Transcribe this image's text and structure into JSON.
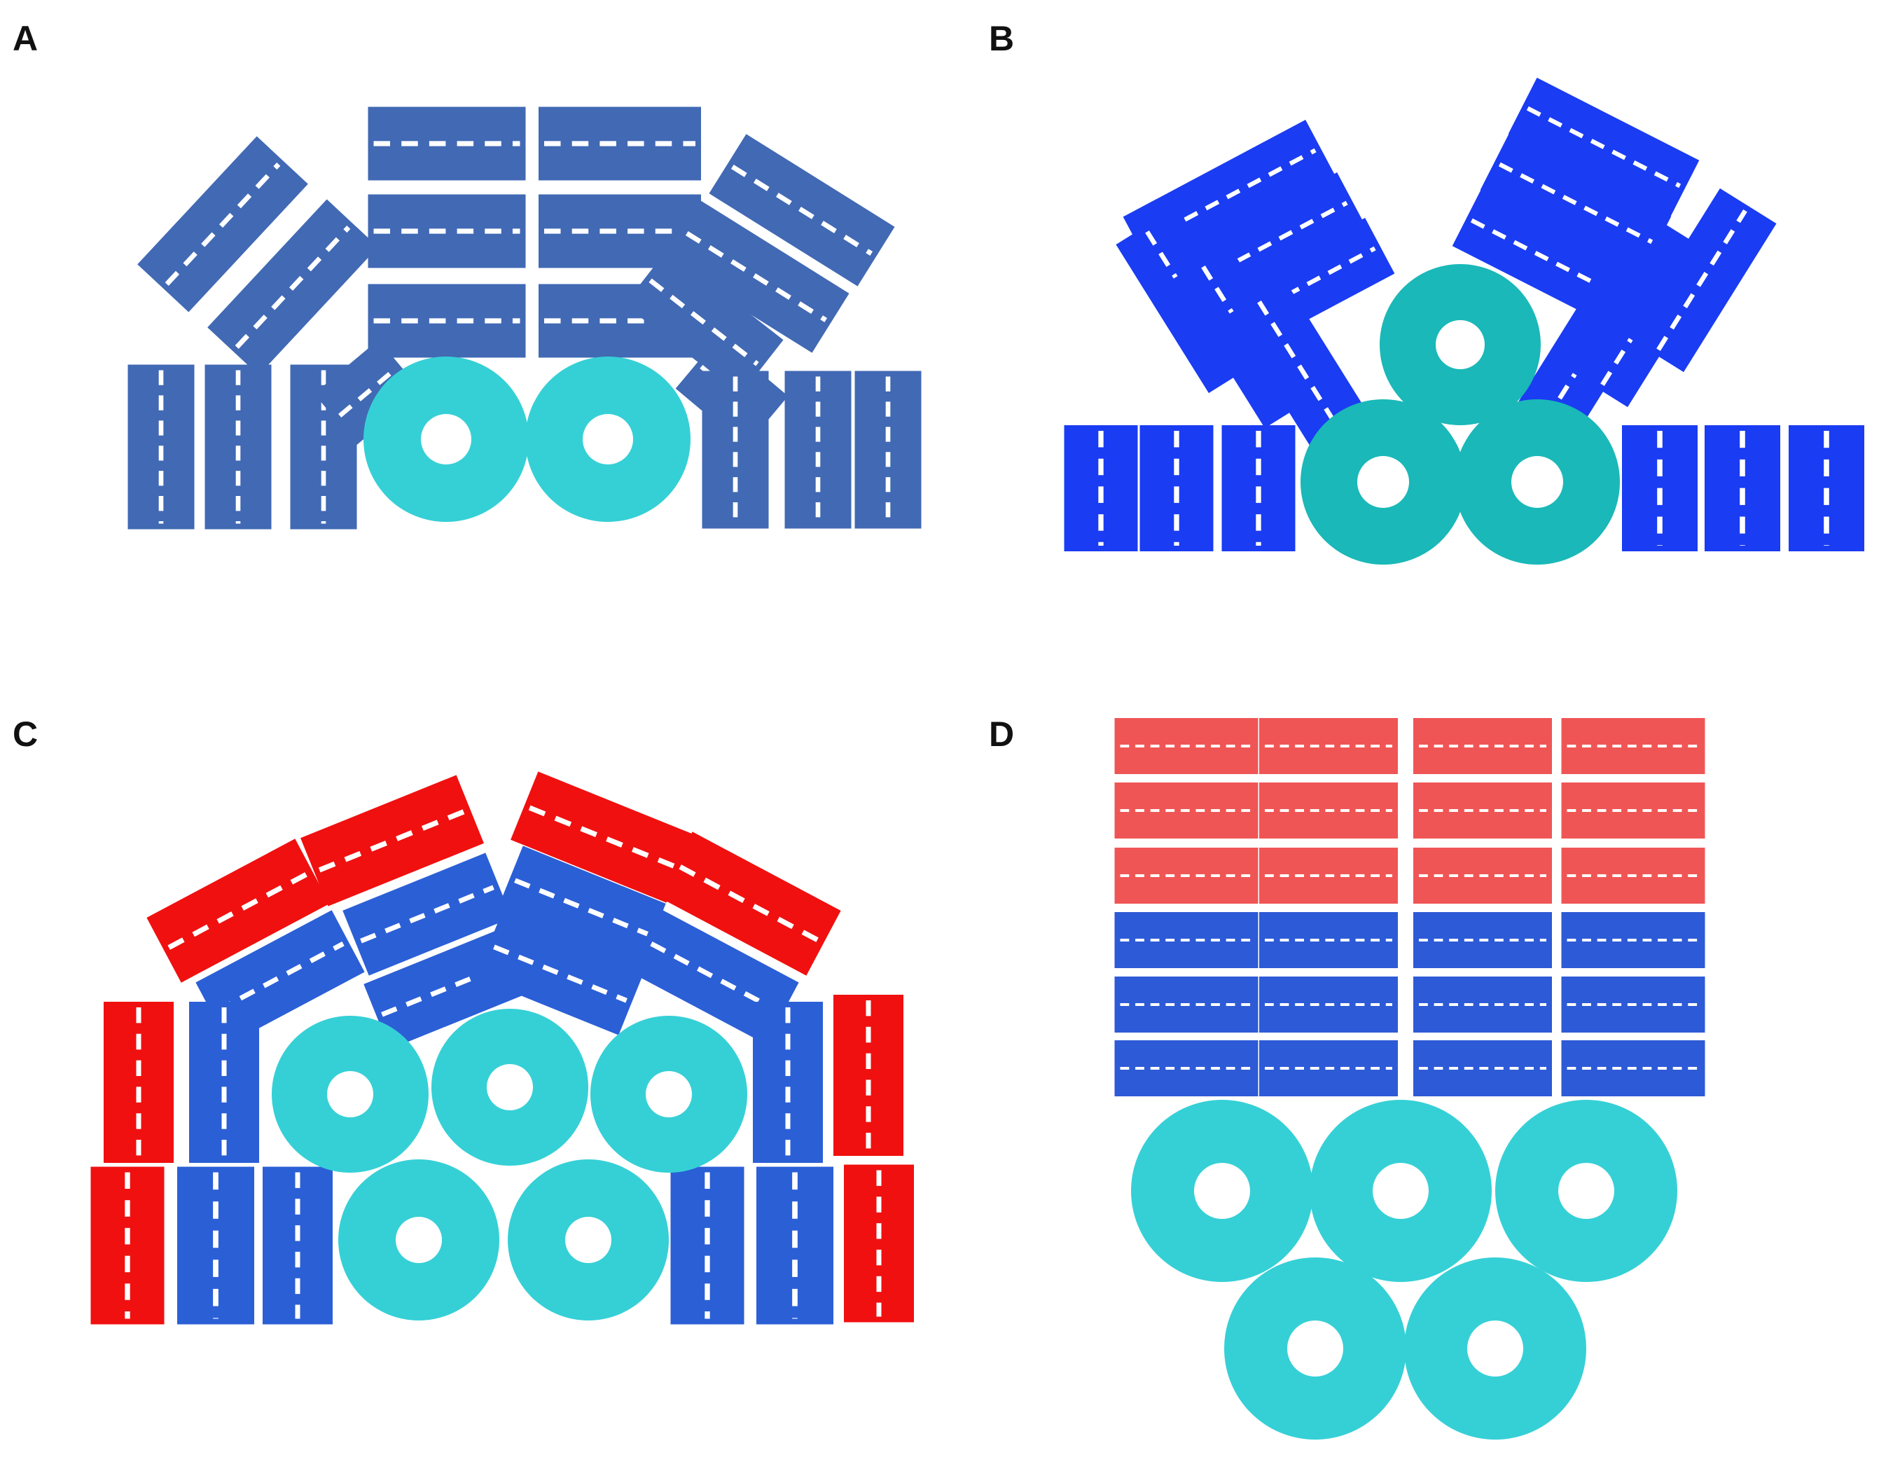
{
  "figure": {
    "panels": [
      {
        "id": "A",
        "label": "A"
      },
      {
        "id": "B",
        "label": "B"
      },
      {
        "id": "C",
        "label": "C"
      },
      {
        "id": "D",
        "label": "D"
      }
    ]
  },
  "colors": {
    "background": "#ffffff",
    "panelA_rect": "#4169b4",
    "panelB_rect": "#1a3cf2",
    "panelC_blue": "#2b5fd6",
    "panelC_red": "#f01010",
    "panelD_blue": "#2d5ad6",
    "panelD_red": "#f05555",
    "ring": "#35d0d6",
    "ring_dark": "#1ab8b8",
    "dash": "#ffffff"
  }
}
